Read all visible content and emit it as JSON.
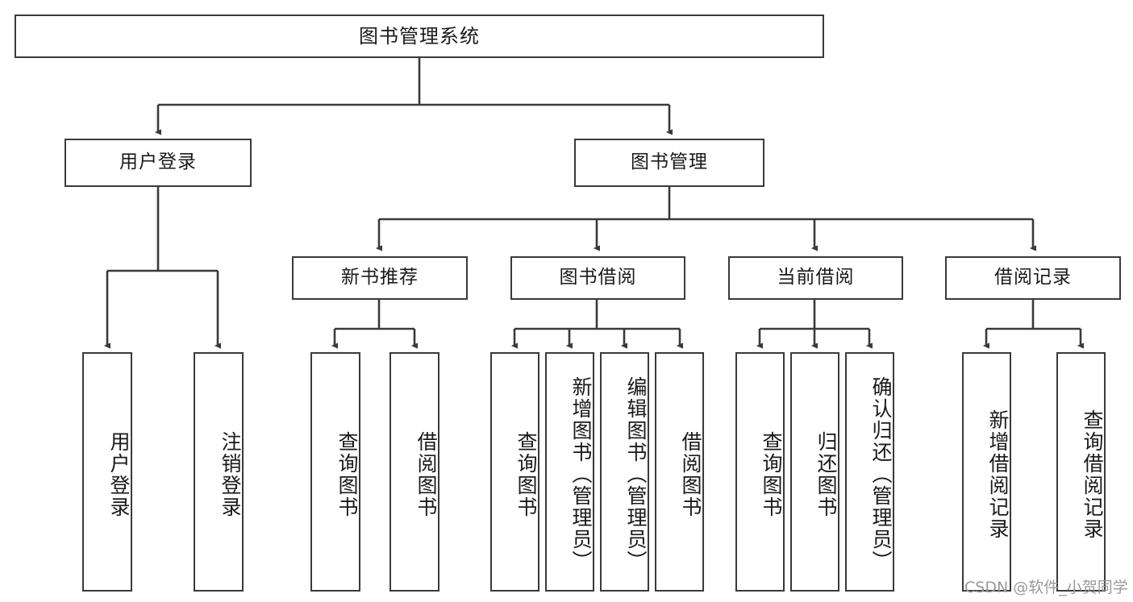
{
  "diagram": {
    "title": "图书管理系统",
    "type": "tree",
    "watermark": "CSDN @软件_小贺同学",
    "colors": {
      "border": "#3a3a3a",
      "text": "#1a1a1a",
      "background": "#ffffff",
      "watermark": "#9a9a9a"
    },
    "levels": {
      "root": {
        "label": "图书管理系统"
      },
      "level2": [
        {
          "label": "用户登录"
        },
        {
          "label": "图书管理"
        }
      ],
      "level3": [
        {
          "label": "新书推荐"
        },
        {
          "label": "图书借阅"
        },
        {
          "label": "当前借阅"
        },
        {
          "label": "借阅记录"
        }
      ],
      "leaves": {
        "user_login": [
          {
            "label": "用户登录"
          },
          {
            "label": "注销登录"
          }
        ],
        "new_book": [
          {
            "label": "查询图书"
          },
          {
            "label": "借阅图书"
          }
        ],
        "book_borrow": [
          {
            "label": "查询图书"
          },
          {
            "label": "新增图书（管理员）"
          },
          {
            "label": "编辑图书（管理员）"
          },
          {
            "label": "借阅图书"
          }
        ],
        "current_borrow": [
          {
            "label": "查询图书"
          },
          {
            "label": "归还图书"
          },
          {
            "label": "确认归还（管理员）"
          }
        ],
        "borrow_record": [
          {
            "label": "新增借阅记录"
          },
          {
            "label": "查询借阅记录"
          }
        ]
      }
    }
  }
}
